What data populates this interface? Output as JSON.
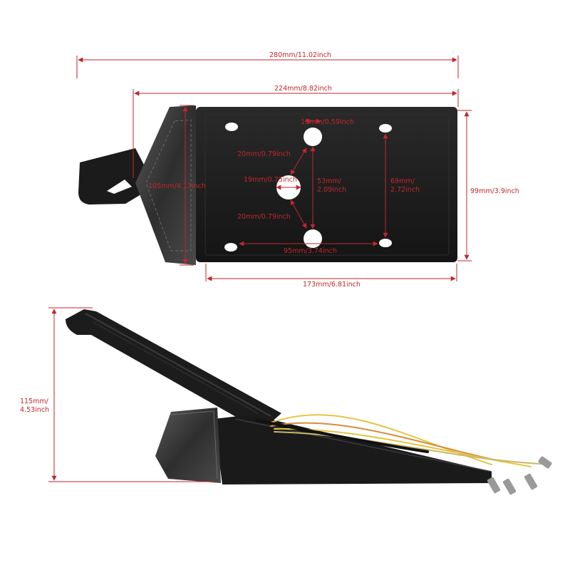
{
  "top_view": {
    "overall_length": "280mm/11.02inch",
    "plate_length": "224mm/8.82inch",
    "plate_width": "173mm/6.81inch",
    "plate_height": "99mm/3.9inch",
    "light_height": "105mm/4.13inch",
    "hole_diameter_small": "15mm/0.59inch",
    "hole_gap_upper": "20mm/0.79inch",
    "hole_diameter_center": "19mm/0.75inch",
    "hole_spacing_center": "53mm/2.09inch",
    "hole_gap_lower": "20mm/0.79inch",
    "hole_spacing_right": "69mm/2.72inch",
    "hole_spacing_bottom": "95mm/3.74inch"
  },
  "side_view": {
    "height": "115mm/4.53inch"
  },
  "colors": {
    "dimension": "#c0272d",
    "body": "#1a1a1a",
    "lens": "#3a3a3a",
    "wire_yellow": "#e2c542",
    "wire_orange": "#d98c3a"
  }
}
